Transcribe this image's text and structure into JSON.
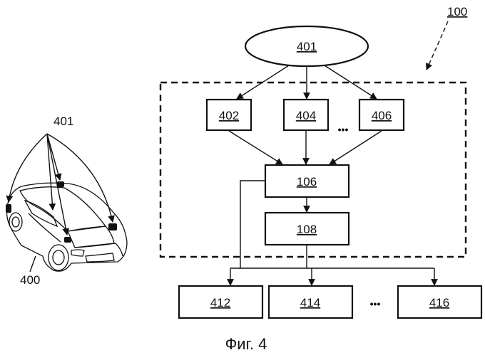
{
  "labels": {
    "system": "100",
    "source": "401",
    "b402": "402",
    "b404": "404",
    "b406": "406",
    "b106": "106",
    "b108": "108",
    "b412": "412",
    "b414": "414",
    "b416": "416",
    "car_sensor": "401",
    "car": "400",
    "ellipsis_top": "•••",
    "ellipsis_bottom": "•••"
  },
  "caption": "Фиг. 4"
}
